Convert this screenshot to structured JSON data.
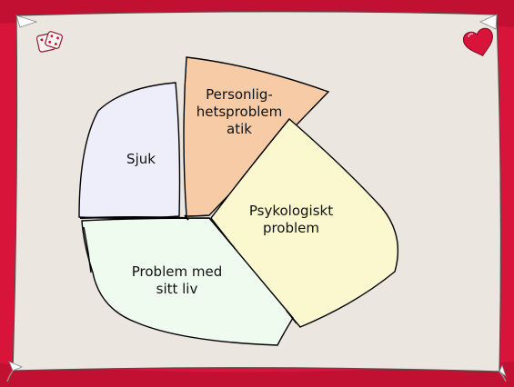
{
  "colors": {
    "frame_red": "#d8143a",
    "frame_dark": "#b00d2c",
    "paper": "#ebe6e0",
    "sjuk_fill": "#eeeefa",
    "personlighet_fill": "#f7cba6",
    "psykologiskt_fill": "#fbf8d0",
    "livet_fill": "#eefbee",
    "heart": "#d8143a"
  },
  "icons": {
    "dice": "dice-icon",
    "heart": "heart-icon"
  },
  "segments": [
    {
      "key": "sjuk",
      "label": "Sjuk"
    },
    {
      "key": "personlighet",
      "label": "Personlig-\nhetsproblem\natik"
    },
    {
      "key": "psykologiskt",
      "label": "Psykologiskt\nproblem"
    },
    {
      "key": "livet",
      "label": "Problem med\nsitt liv"
    }
  ]
}
